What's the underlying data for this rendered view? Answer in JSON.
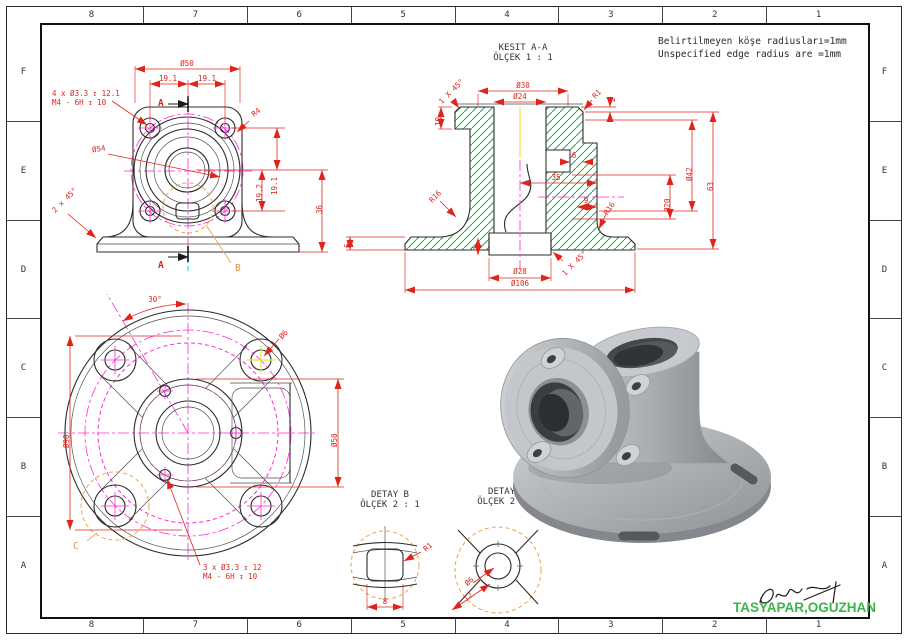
{
  "sheet": {
    "grid_columns": [
      "8",
      "7",
      "6",
      "5",
      "4",
      "3",
      "2",
      "1"
    ],
    "grid_rows": [
      "F",
      "E",
      "D",
      "C",
      "B",
      "A"
    ],
    "note_line1": "Belirtilmeyen köşe radiusları=1mm",
    "note_line2": "Unspecified edge radius are =1mm",
    "author": "TASYAPAR,OGUZHAN"
  },
  "colors": {
    "dimension_red": "#e0241c",
    "centerline_magenta": "#ff2ad4",
    "hatch_green": "#2fae57",
    "detail_orange": "#f2a24d",
    "highlight_yellow": "#efe23c",
    "highlight_cyan": "#00cfe4",
    "author_green": "#3bb54a"
  },
  "front_view": {
    "dia_50": "Ø50",
    "dist_191_left": "19.1",
    "dist_191_right": "19.1",
    "hole_note_line1": "4 x Ø3.3 ↧ 12.1",
    "hole_note_line2": "M4 - 6H ↧ 10",
    "radius_r4": "R4",
    "dia_54": "Ø54",
    "dist_191_vert": "19.1",
    "dist_192": "19.2",
    "height_36": "36",
    "chamfer": "2 x 45°",
    "section_label_top": "A",
    "section_label_bottom": "A",
    "detail_label": "B"
  },
  "section_view": {
    "title": "KESIT A-A",
    "scale": "ÖLÇEK 1 : 1",
    "dia_30": "Ø30",
    "dia_24": "Ø24",
    "chamfer_top": "1 X 45°",
    "radius_r1": "R1",
    "step_2": "2",
    "depth_10": "10",
    "width_6": "6",
    "dist_35": "35",
    "width_9": "9",
    "radius_r16_left": "R16",
    "radius_r16_right": "R16",
    "height_6": "6",
    "height_8": "8",
    "dia_28": "Ø28",
    "chamfer_bottom": "1 X 45°",
    "dia_106": "Ø106",
    "dia_20": "Ø20",
    "dia_42": "Ø42",
    "height_63": "63"
  },
  "bottom_view": {
    "angle_30": "30°",
    "dia_6": "Ø6",
    "dia_90": "Ø90",
    "dia_50": "Ø50",
    "detail_label": "C",
    "hole_note_line1": "3 x Ø3.3 ↧ 12",
    "hole_note_line2": "M4 - 6H ↧ 10"
  },
  "detail_b": {
    "title": "DETAY B",
    "scale": "ÖLÇEK 2 : 1",
    "radius_r1": "R1",
    "width_8": "8"
  },
  "detail_c": {
    "title": "DETAY C",
    "scale": "ÖLÇEK 2 : 1",
    "dia_6": "Ø6",
    "dist_12": "12"
  }
}
